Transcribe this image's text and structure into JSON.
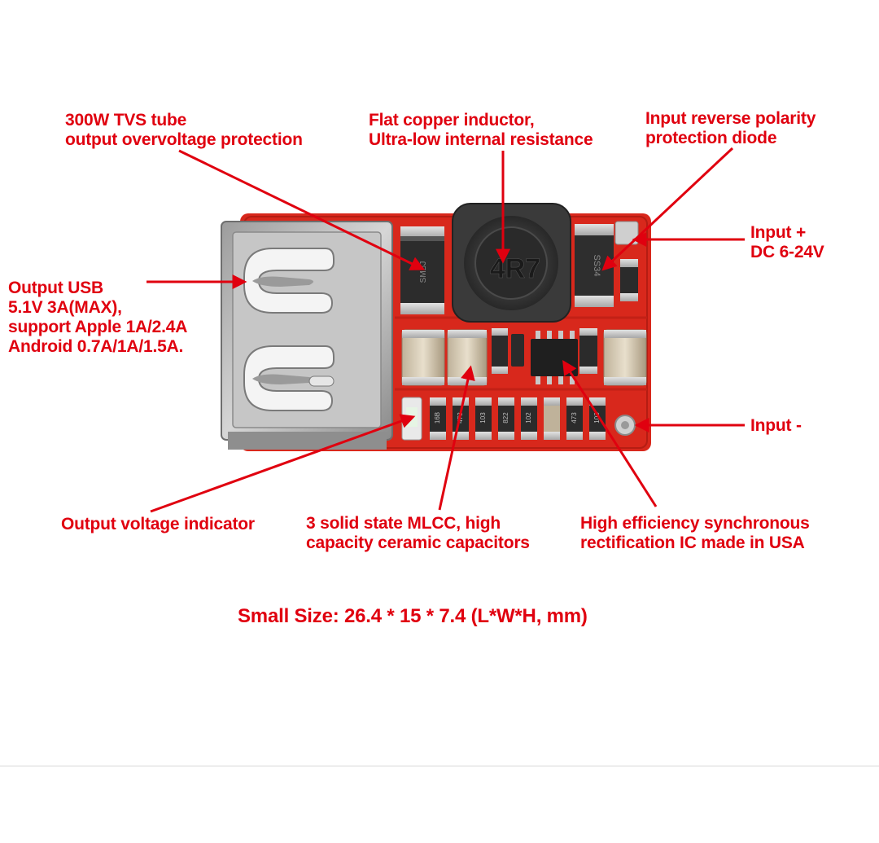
{
  "labels": {
    "tvs": {
      "line1": "300W TVS tube",
      "line2": "output overvoltage protection"
    },
    "inductor": {
      "line1": "Flat copper inductor,",
      "line2": "Ultra-low internal resistance"
    },
    "diode": {
      "line1": "Input reverse polarity",
      "line2": "protection diode"
    },
    "input_plus": {
      "line1": "Input +",
      "line2": "DC 6-24V"
    },
    "usb": {
      "line1": "Output USB",
      "line2": "5.1V 3A(MAX),",
      "line3": "support Apple 1A/2.4A",
      "line4": "Android 0.7A/1A/1.5A."
    },
    "input_minus": {
      "line1": "Input -"
    },
    "indicator": {
      "line1": "Output voltage indicator"
    },
    "mlcc": {
      "line1": "3 solid state MLCC, high",
      "line2": "capacity ceramic capacitors"
    },
    "ic": {
      "line1": "High efficiency synchronous",
      "line2": "rectification IC made in USA"
    },
    "size": "Small Size: 26.4 * 15 * 7.4 (L*W*H, mm)"
  },
  "board_markings": {
    "inductor_code": "4R7",
    "diode_code": "SS34",
    "tvs_code": "SMBJ",
    "resistor_codes": [
      "16B",
      "473",
      "103",
      "822",
      "102"
    ]
  },
  "colors": {
    "label": "#e0000f",
    "pcb": "#d8281c",
    "usb_metal": "#b9b9b9",
    "inductor": "#3a3a3a"
  }
}
